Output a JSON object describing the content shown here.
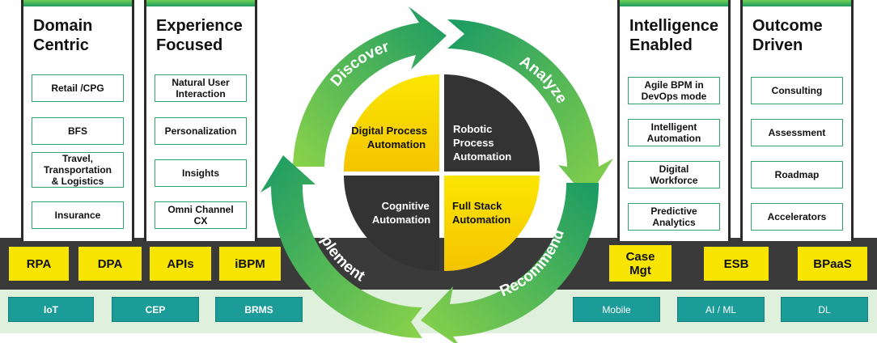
{
  "pillars": [
    {
      "title": "Domain\nCentric",
      "items": [
        "Retail /CPG",
        "BFS",
        "Travel,\nTransportation\n& Logistics",
        "Insurance"
      ]
    },
    {
      "title": "Experience\nFocused",
      "items": [
        "Natural User\nInteraction",
        "Personalization",
        "Insights",
        "Omni Channel\nCX"
      ]
    },
    {
      "title": "Intelligence\nEnabled",
      "items": [
        "Agile BPM  in\nDevOps mode",
        "Intelligent\nAutomation",
        "Digital\nWorkforce",
        "Predictive\nAnalytics"
      ]
    },
    {
      "title": "Outcome\nDriven",
      "items": [
        "Consulting",
        "Assessment",
        "Roadmap",
        "Accelerators"
      ]
    }
  ],
  "cycle": {
    "stages": [
      "Discover",
      "Analyze",
      "Recommend",
      "Implement"
    ],
    "quadrants": [
      "Digital Process\nAutomation",
      "Robotic\nProcess\nAutomation",
      "Full Stack\nAutomation",
      "Cognitive\nAutomation"
    ]
  },
  "tech_left": [
    "RPA",
    "DPA",
    "APIs",
    "iBPM"
  ],
  "tech_right": [
    "Case\nMgt",
    "ESB",
    "BPaaS"
  ],
  "platform_left": [
    "IoT",
    "CEP",
    "BRMS"
  ],
  "platform_right": [
    "Mobile",
    "AI / ML",
    "DL"
  ],
  "colors": {
    "green_light": "#8bd34a",
    "green_dark": "#1a9a64",
    "yellow": "#f7e400",
    "quadrant_dark": "#333333",
    "teal": "#1b9c99"
  }
}
